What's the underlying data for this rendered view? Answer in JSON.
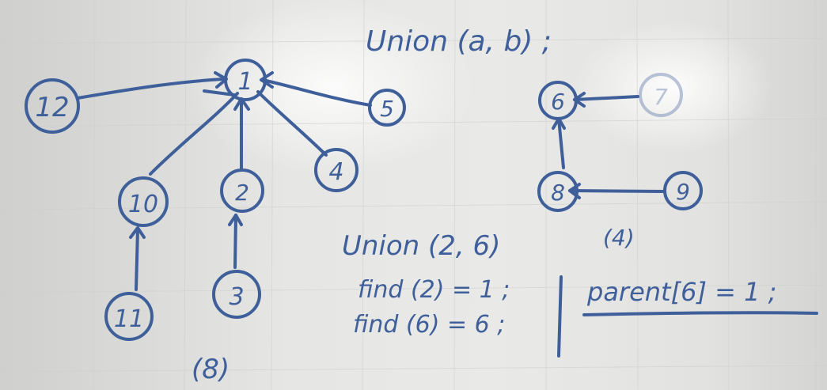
{
  "colors": {
    "ink": "#3f5f9a",
    "board": "#e6e6e4"
  },
  "texts": {
    "union_title": "Union (a, b) ;",
    "union_call": "Union (2, 6)",
    "find2": "find (2) = 1 ;",
    "find6": "find (6) = 6 ;",
    "parent_assign": "parent[6] = 1 ;",
    "size_left": "(8)",
    "size_right": "(4)"
  },
  "nodes": {
    "n1": "1",
    "n12": "12",
    "n5": "5",
    "n4": "4",
    "n10": "10",
    "n2": "2",
    "n11": "11",
    "n3": "3",
    "n6": "6",
    "n7": "7",
    "n8": "8",
    "n9": "9"
  }
}
